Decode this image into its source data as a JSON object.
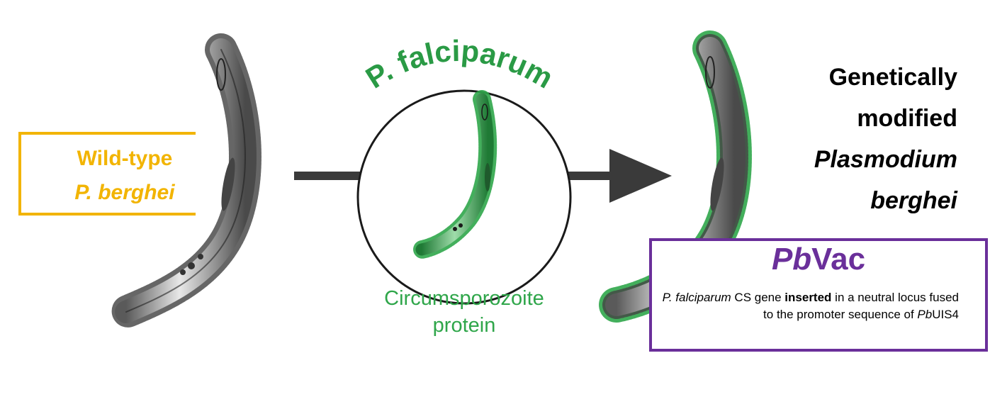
{
  "wild_type": {
    "line1": "Wild-type",
    "line2": "P. berghei",
    "color": "#f2b400"
  },
  "center": {
    "arc_title": "P. falciparum",
    "label_line1": "Circumsporozoite",
    "label_line2": "protein",
    "color": "#2a9a45"
  },
  "modified": {
    "line1": "Genetically",
    "line2": "modified",
    "line3": "Plasmodium",
    "line4": "berghei"
  },
  "pbvac": {
    "title_italic": "Pb",
    "title_rest": "Vac",
    "desc_part1": "P. falciparum",
    "desc_part2": " CS gene ",
    "desc_bold": "inserted",
    "desc_part3": " in a neutral locus fused to the promoter sequence of ",
    "desc_italic": "Pb",
    "desc_part4": "UIS4",
    "color": "#6a2f9a"
  },
  "colors": {
    "arrow": "#3a3a3a",
    "parasite_body": "#9a9a9a",
    "cs_green": "#2fa64a"
  }
}
